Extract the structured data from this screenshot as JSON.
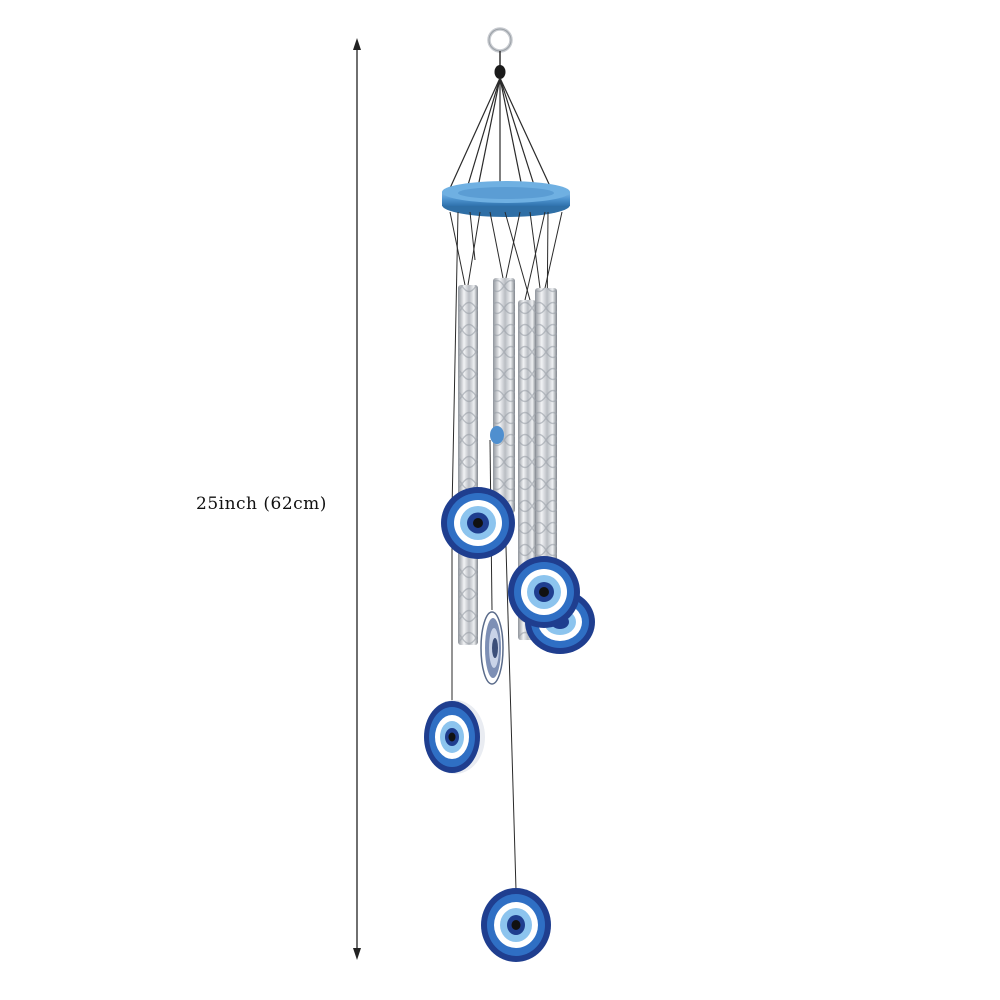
{
  "product": {
    "dimension_label": "25inch (62cm)"
  },
  "colors": {
    "background": "#ffffff",
    "ring_blue": "#5b9fd6",
    "eye_dark_blue": "#1f3e8f",
    "eye_mid_blue": "#2f6fc4",
    "eye_light_blue": "#8cc4ee",
    "metal": "#c9ccd1"
  },
  "icons": {
    "measure": "vertical-dimension-arrow",
    "hanger": "hanging-ring"
  }
}
